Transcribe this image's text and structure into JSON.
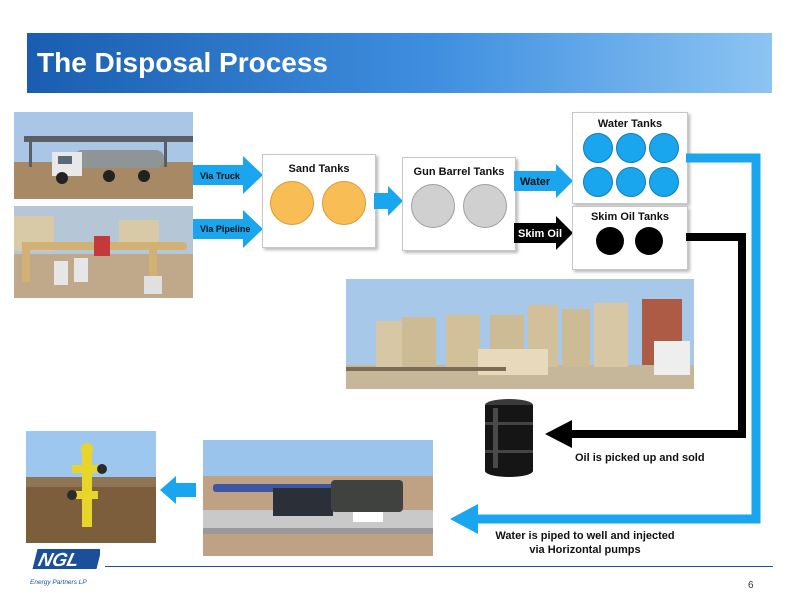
{
  "slide": {
    "title": "The Disposal Process",
    "page_number": "6"
  },
  "flow": {
    "via_truck": "Via Truck",
    "via_pipeline": "Via Pipeline",
    "sand_tanks": "Sand Tanks",
    "gun_barrel_tanks": "Gun Barrel Tanks",
    "water": "Water",
    "skim_oil": "Skim Oil",
    "water_tanks": "Water Tanks",
    "skim_oil_tanks": "Skim Oil Tanks",
    "oil_caption": "Oil is picked up and sold",
    "water_caption_line1": "Water is piped to well and injected",
    "water_caption_line2": "via Horizontal pumps"
  },
  "logo": {
    "mark": "NGL",
    "tagline": "Energy Partners LP"
  },
  "colors": {
    "title_bar": "#2a72c8",
    "flow_blue": "#1aa6ee",
    "sand_tank": "#f9bd55",
    "gun_barrel": "#d0d0d0",
    "skim_black": "#000000"
  }
}
